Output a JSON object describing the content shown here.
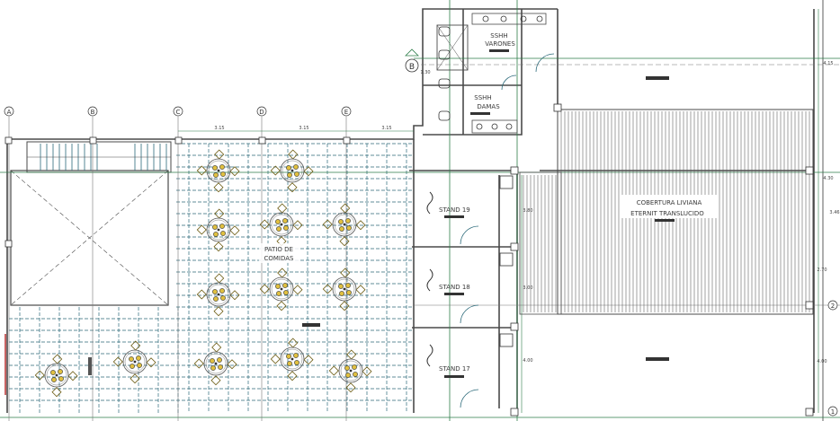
{
  "axes_top": [
    "A",
    "B",
    "C",
    "D",
    "E"
  ],
  "axis_right_top": "B",
  "axes_right": [
    "2",
    "1"
  ],
  "dims_top": [
    "3.15",
    "3.15",
    "3.15"
  ],
  "dims_right": [
    "4.15",
    "4.30",
    "3.46",
    "2.70",
    "4.00"
  ],
  "dims_stands": [
    "3.80",
    "3.00",
    "4.00"
  ],
  "dim_ssh": "1.30",
  "rooms": {
    "ssh_men": [
      "SSHH",
      "VARONES"
    ],
    "ssh_women": [
      "SSHH",
      "DAMAS"
    ],
    "food_court": [
      "PATIO DE",
      "COMIDAS"
    ],
    "roof": [
      "COBERTURA LIVIANA",
      "ETERNIT TRANSLUCIDO"
    ]
  },
  "stands": [
    "STAND 19",
    "STAND 18",
    "STAND 17"
  ],
  "colors": {
    "wall": "#4a4a4a",
    "grid": "#2e7d4a",
    "tile": "#2c6a7a",
    "roof": "#555555",
    "furniture": "#6b5a10",
    "accent": "#b02020"
  }
}
